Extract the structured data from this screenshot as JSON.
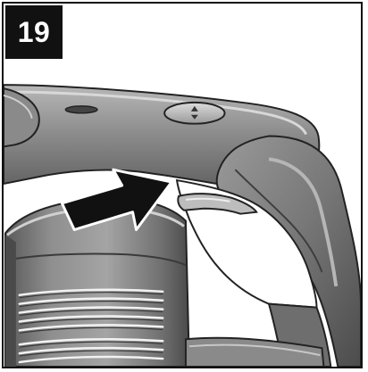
{
  "step": {
    "number": "19"
  },
  "illustration": {
    "subject": "handheld-vacuum-release-button",
    "icon_names": [
      "arrow-pointer-icon",
      "release-button",
      "dust-container"
    ]
  }
}
